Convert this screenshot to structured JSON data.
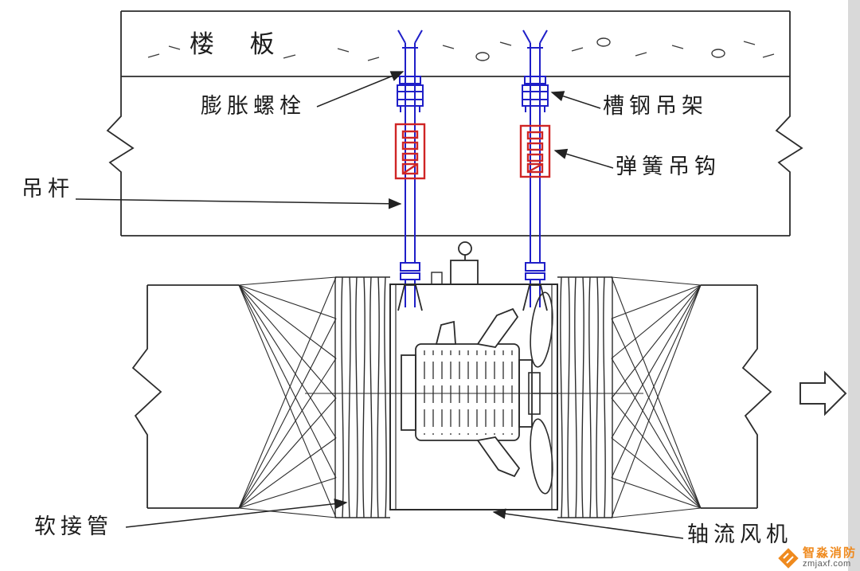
{
  "diagram": {
    "labels": {
      "floor_slab": "楼 板",
      "expansion_bolt": "膨胀螺栓",
      "channel_hanger": "槽钢吊架",
      "spring_hook": "弹簧吊钩",
      "hanger_rod": "吊杆",
      "flexible_duct": "软接管",
      "axial_fan": "轴流风机"
    },
    "colors": {
      "line": "#2b2b2b",
      "hanger_blue": "#1f1fc8",
      "spring_hook_red": "#cf2525",
      "watermark_orange": "#ef8a1e"
    }
  },
  "watermark": {
    "brand": "智淼消防",
    "site": "zmjaxf.com"
  }
}
